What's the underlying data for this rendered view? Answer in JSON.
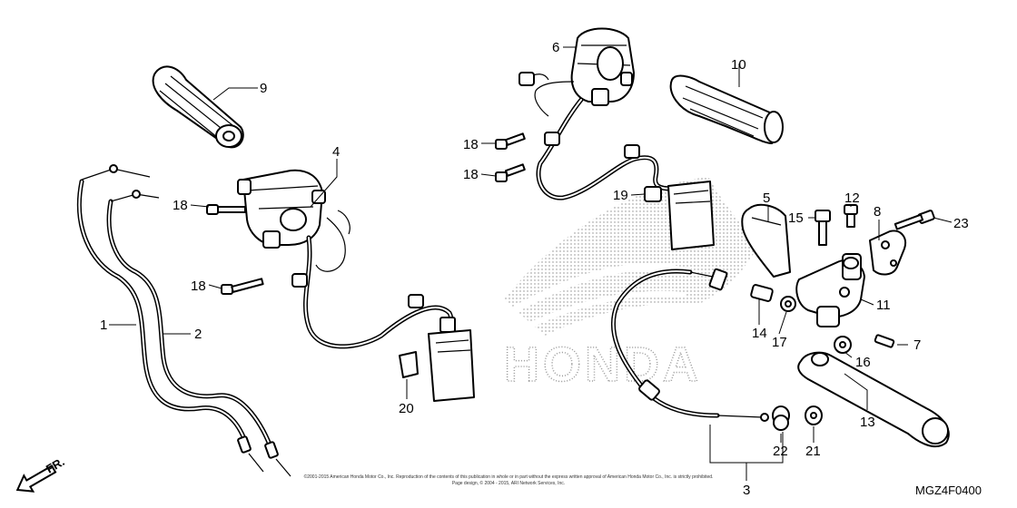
{
  "diagram": {
    "callouts": {
      "c1": "1",
      "c2": "2",
      "c3": "3",
      "c4": "4",
      "c5": "5",
      "c6": "6",
      "c7": "7",
      "c8": "8",
      "c9": "9",
      "c10": "10",
      "c11": "11",
      "c12": "12",
      "c13": "13",
      "c14": "14",
      "c15": "15",
      "c16": "16",
      "c17": "17",
      "c18a": "18",
      "c18b": "18",
      "c18c": "18",
      "c18d": "18",
      "c19": "19",
      "c20": "20",
      "c21": "21",
      "c22": "22",
      "c23": "23"
    },
    "direction_label": "FR.",
    "diagram_code": "MGZ4F0400",
    "watermark_text": "HONDA",
    "copyright_line1": "©2001-2015 American Honda Motor Co., Inc. Reproduction of the contents of this publication in whole or in part without the express written approval of American Honda Motor Co., Inc. is strictly prohibited.",
    "copyright_line2": "Page design, © 2004 - 2015, ARI Network Services, Inc."
  },
  "colors": {
    "line": "#000000",
    "watermark": "#999999",
    "background": "#ffffff"
  }
}
